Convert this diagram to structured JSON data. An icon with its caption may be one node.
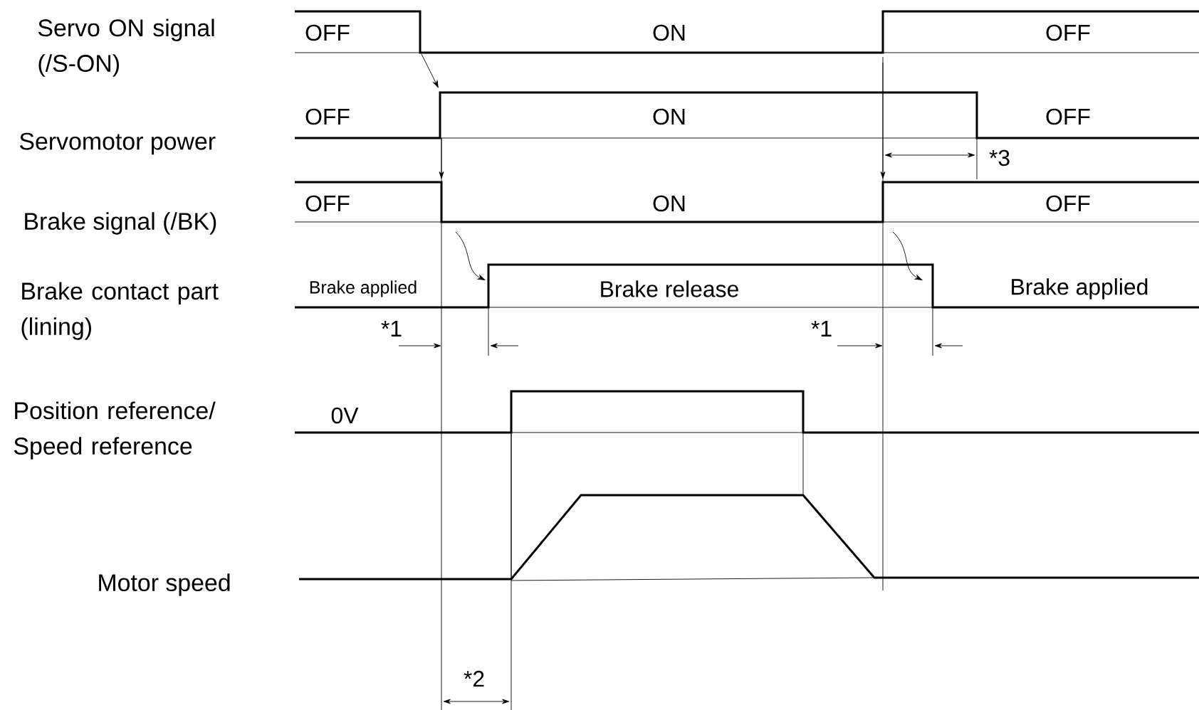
{
  "diagram": {
    "labels": [
      "Servo ON signal (/S-ON)",
      "OFF",
      "ON",
      "OFF",
      "Servomotor power",
      "OFF",
      "ON",
      "OFF",
      "*3",
      "Brake signal (/BK)",
      "OFF",
      "ON",
      "OFF",
      "Brake contact part (lining)",
      "Brake applied",
      "Brake release",
      "Brake applied",
      "*1",
      "*1",
      "Position reference/ Speed reference",
      "0V",
      "Motor speed",
      "*2"
    ]
  }
}
